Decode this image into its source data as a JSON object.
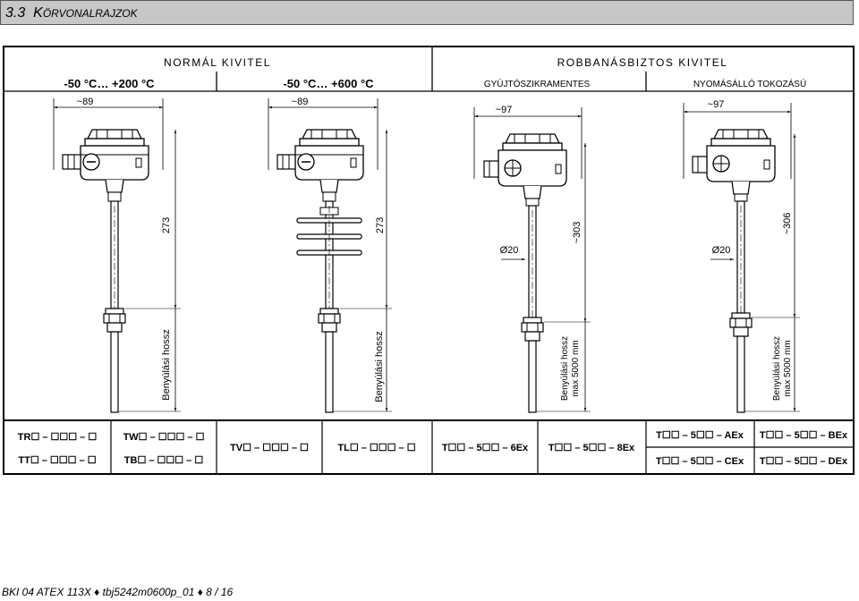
{
  "section": {
    "number": "3.3",
    "title_first": "K",
    "title_rest": "ÖRVONALRAJZOK"
  },
  "headers": {
    "normal": "NORMÁL KIVITEL",
    "explosion": "ROBBANÁSBIZTOS KIVITEL",
    "range1": "-50 °C… +200 °C",
    "range2": "-50 °C… +600 °C",
    "spark": "GYÚJTÓSZIKRAMENTES",
    "pressure": "NYOMÁSÁLLÓ TOKOZÁSÚ"
  },
  "dimensions": {
    "width1": "~89",
    "width2": "~89",
    "width3": "~97",
    "width4": "~97",
    "height1": "273",
    "height2": "273",
    "height3": "~303",
    "height4": "~306",
    "diameter3": "Ø20",
    "diameter4": "Ø20"
  },
  "insertion": {
    "label": "Benyúlási hossz",
    "max": "max 5000 mm"
  },
  "codes": {
    "c1a": "TR☐ – ☐☐☐ – ☐",
    "c1b": "TT☐ – ☐☐☐ – ☐",
    "c2a": "TW☐ – ☐☐☐ – ☐",
    "c2b": "TB☐ – ☐☐☐ – ☐",
    "c3": "TV☐ – ☐☐☐ – ☐",
    "c4": "TL☐ – ☐☐☐ – ☐",
    "c5": "T☐☐ – 5☐☐ – 6Ex",
    "c6": "T☐☐ – 5☐☐ – 8Ex",
    "c7a": "T☐☐ – 5☐☐ – AEx",
    "c7b": "T☐☐ – 5☐☐ – CEx",
    "c8a": "T☐☐ – 5☐☐ – BEx",
    "c8b": "T☐☐ – 5☐☐ – DEx"
  },
  "footer": "BKI 04 ATEX 113X ♦ tbj5242m0600p_01 ♦ 8 / 16"
}
